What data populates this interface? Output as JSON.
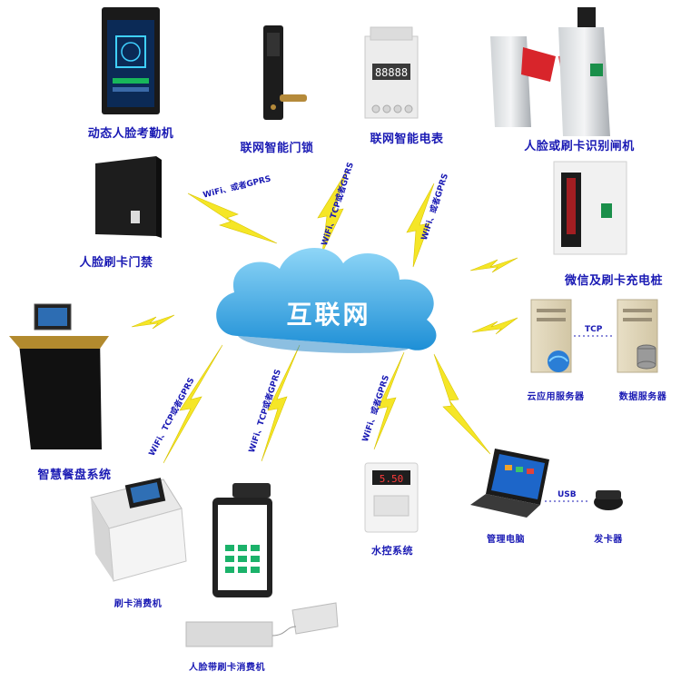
{
  "cloud": {
    "label": "互联网"
  },
  "devices": [
    {
      "id": "attendance",
      "label": "动态人脸考勤机"
    },
    {
      "id": "door-lock",
      "label": "联网智能门锁"
    },
    {
      "id": "meter",
      "label": "联网智能电表"
    },
    {
      "id": "gate",
      "label": "人脸或刷卡识别闸机"
    },
    {
      "id": "access",
      "label": "人脸刷卡门禁"
    },
    {
      "id": "charger",
      "label": "微信及刷卡充电桩"
    },
    {
      "id": "tray",
      "label": "智慧餐盘系统"
    },
    {
      "id": "cloud-server",
      "label": "云应用服务器"
    },
    {
      "id": "data-server",
      "label": "数据服务器"
    },
    {
      "id": "card-pos",
      "label": "刷卡消费机"
    },
    {
      "id": "face-pos",
      "label": "人脸带刷卡消费机"
    },
    {
      "id": "water",
      "label": "水控系统"
    },
    {
      "id": "pc",
      "label": "管理电脑"
    },
    {
      "id": "issuer",
      "label": "发卡器"
    }
  ],
  "connections": {
    "access": "WiFi、或者GPRS",
    "lock": "WiFi、TCP或者GPRS",
    "meter": "WiFi、或者GPRS",
    "tray": "WiFi、TCP或者GPRS",
    "pos": "WiFi、TCP或者GPRS",
    "water": "WiFi、或者GPRS",
    "servers": "TCP",
    "usb": "USB"
  },
  "meter_display": "88888",
  "water_display": "5.50"
}
